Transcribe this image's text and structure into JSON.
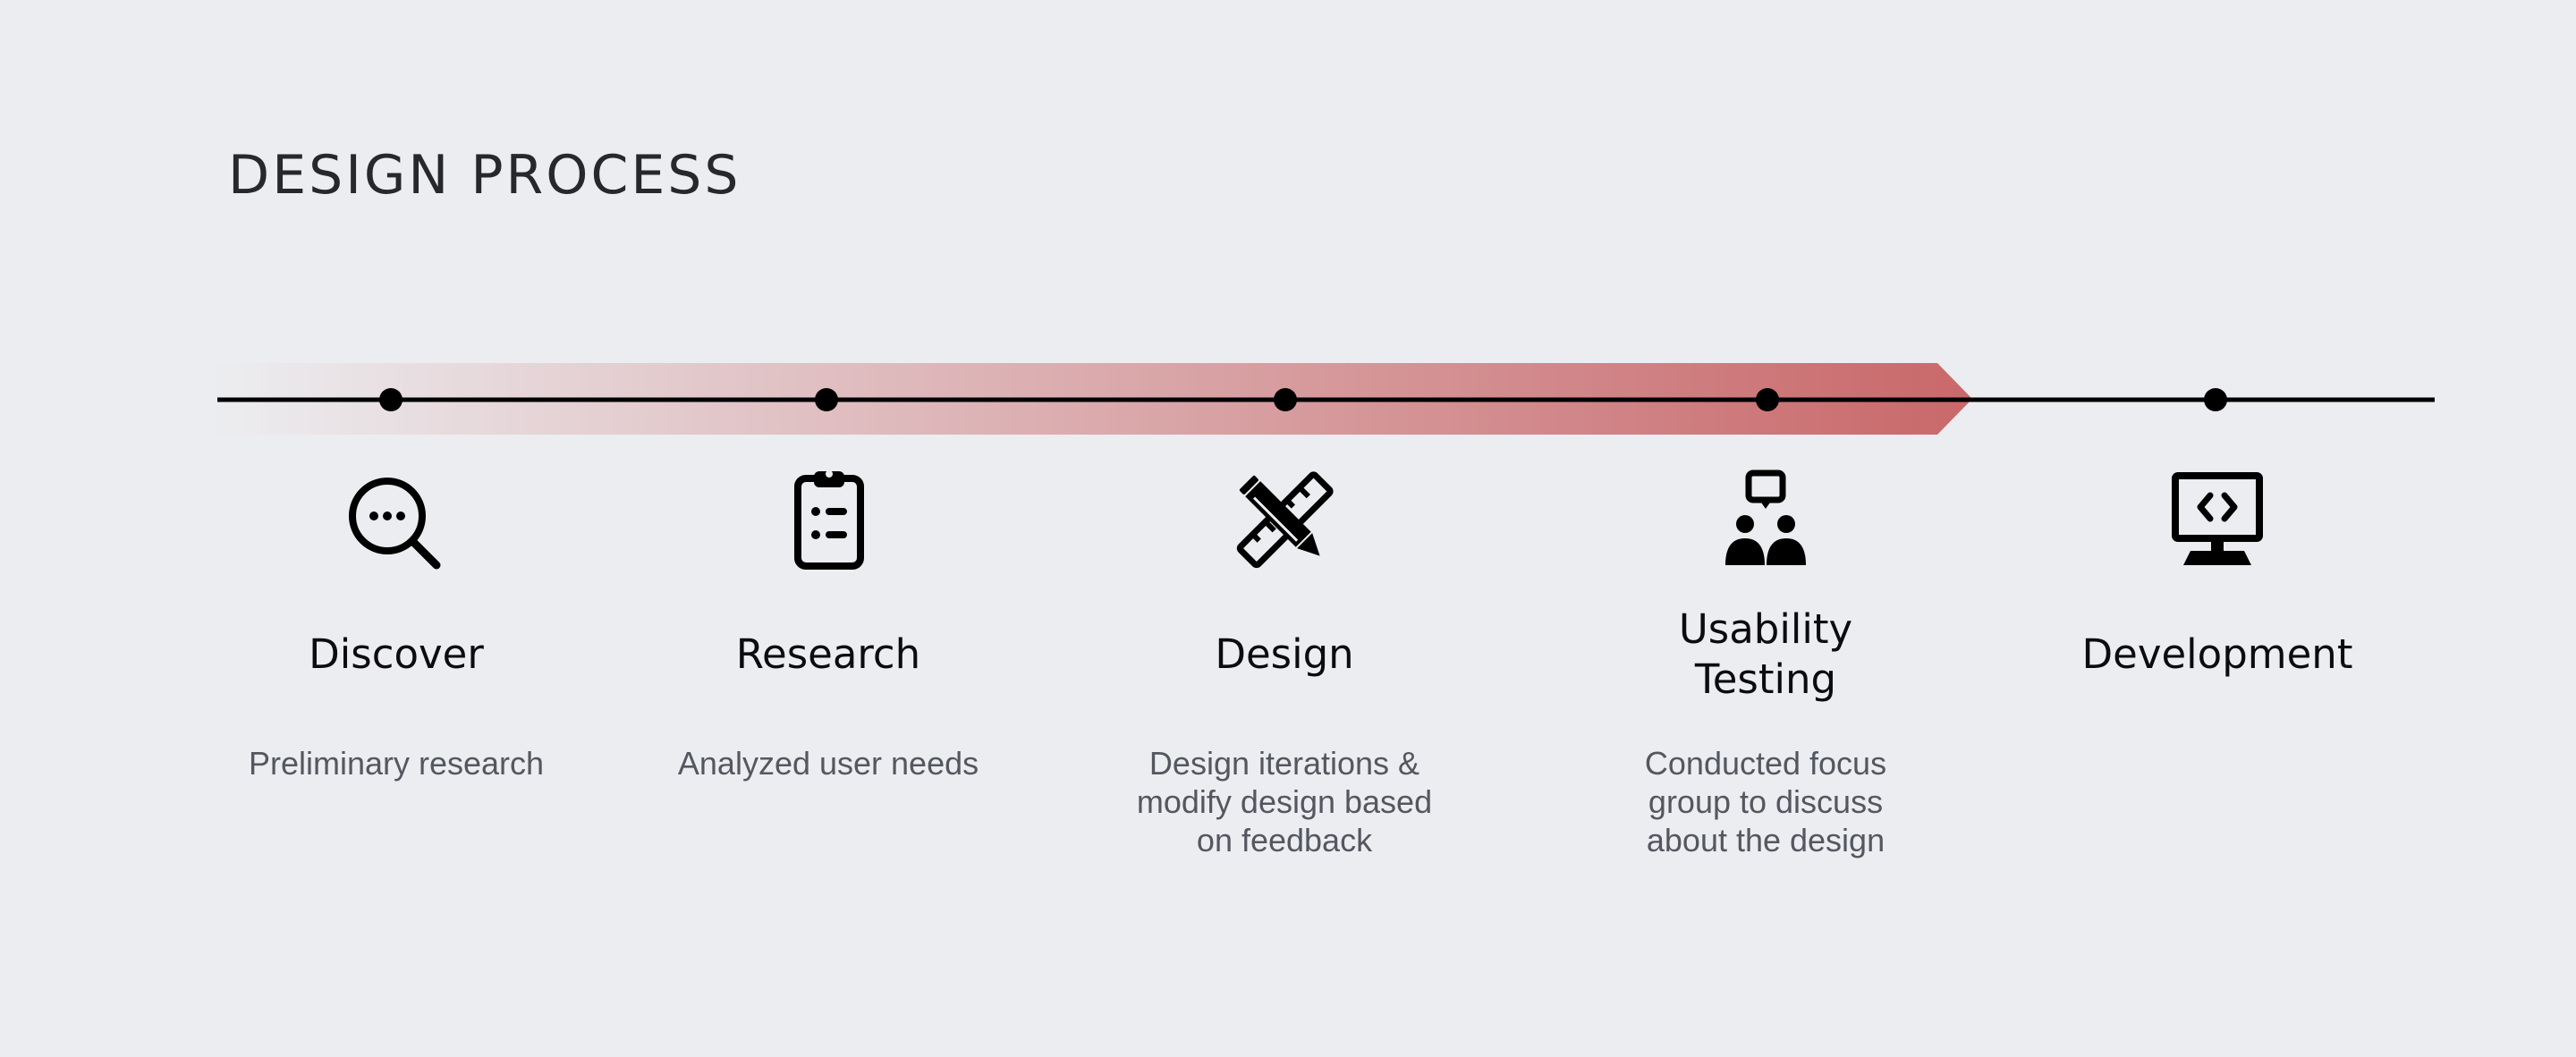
{
  "header": {
    "title": "DESIGN PROCESS"
  },
  "colors": {
    "background": "#ecedf0",
    "arrow_start": "#ecedf0",
    "arrow_end": "#c9686a",
    "line": "#000000",
    "title_text": "#26282b",
    "desc_text": "#555760"
  },
  "progress": {
    "current_stage_index": 3,
    "stage_count": 5
  },
  "stages": [
    {
      "title": "Discover",
      "description": "Preliminary research",
      "icon": "magnifier-icon"
    },
    {
      "title": "Research",
      "description": "Analyzed user needs",
      "icon": "clipboard-list-icon"
    },
    {
      "title": "Design",
      "description": "Design iterations &\nmodify design based\non feedback",
      "icon": "pencil-ruler-icon"
    },
    {
      "title": "Usability\nTesting",
      "description": "Conducted focus\ngroup to discuss\nabout the design",
      "icon": "focus-group-icon"
    },
    {
      "title": "Development",
      "description": "",
      "icon": "monitor-code-icon"
    }
  ]
}
